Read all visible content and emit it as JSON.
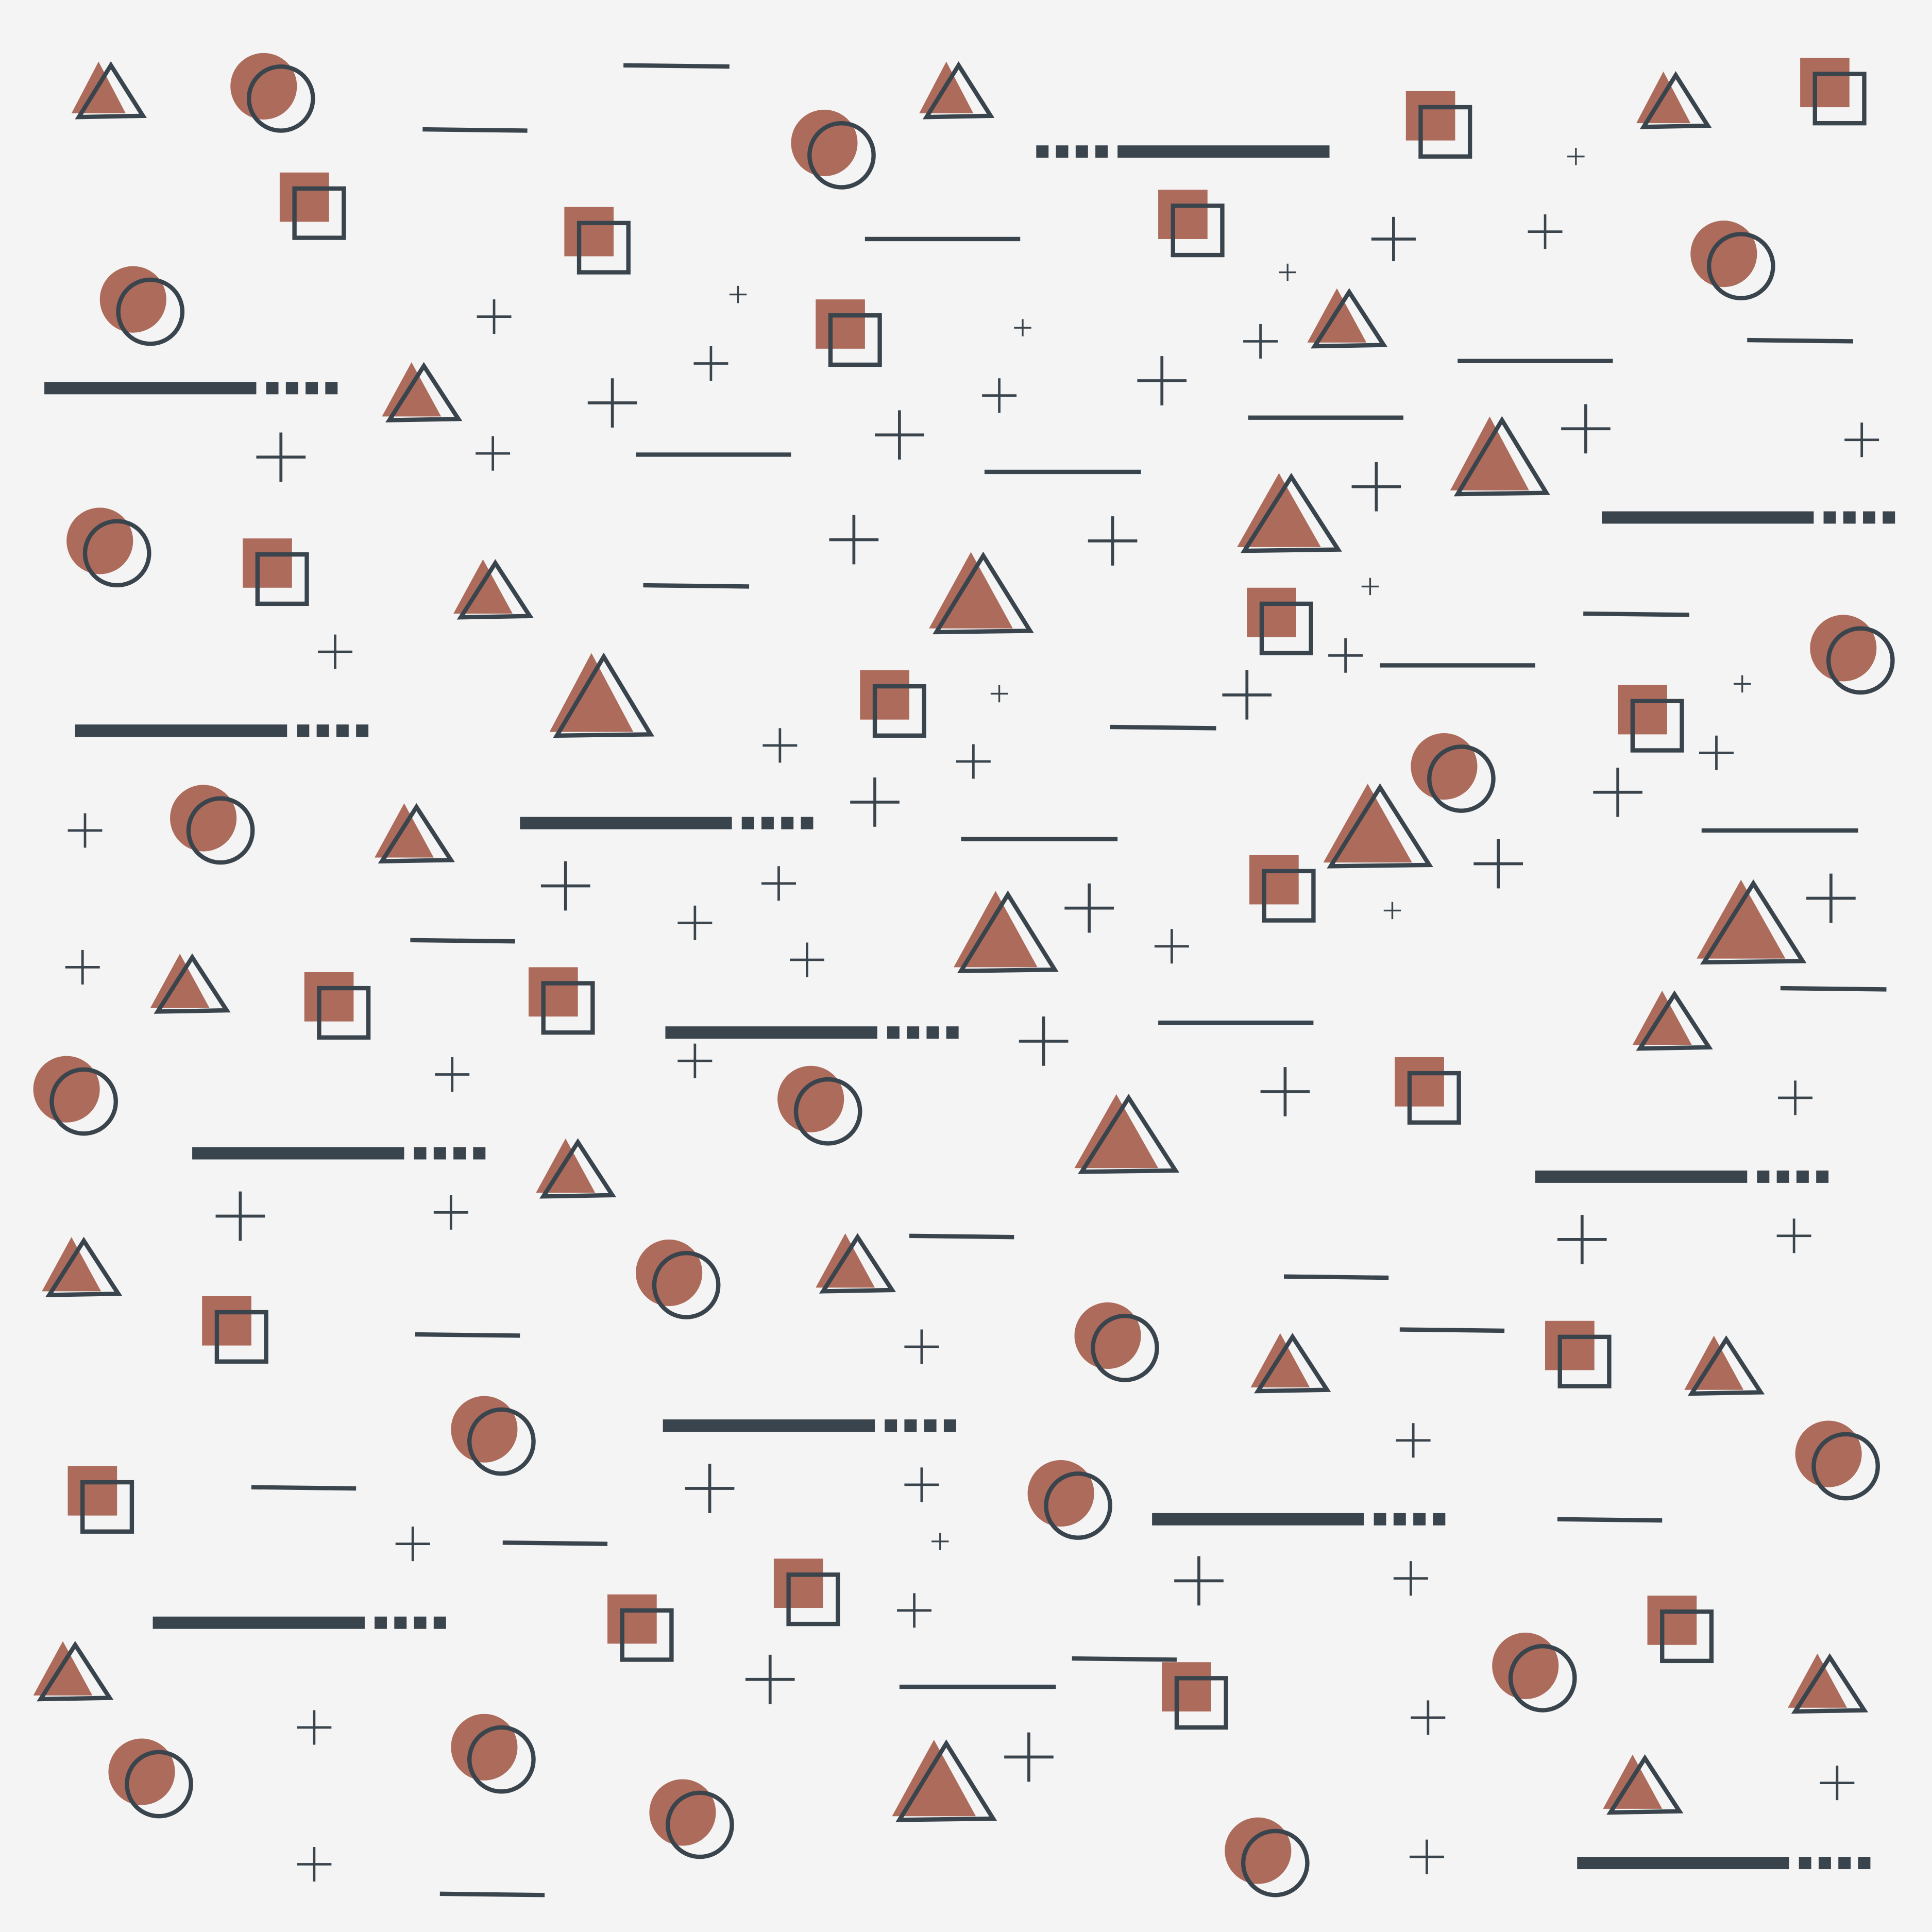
{
  "palette": {
    "background": "#F4F4F4",
    "accent": "#AD6B5B",
    "ink": "#3A444D"
  },
  "motifs": [
    "circle",
    "square",
    "triangle",
    "plus-sign",
    "line",
    "dashed-line"
  ]
}
